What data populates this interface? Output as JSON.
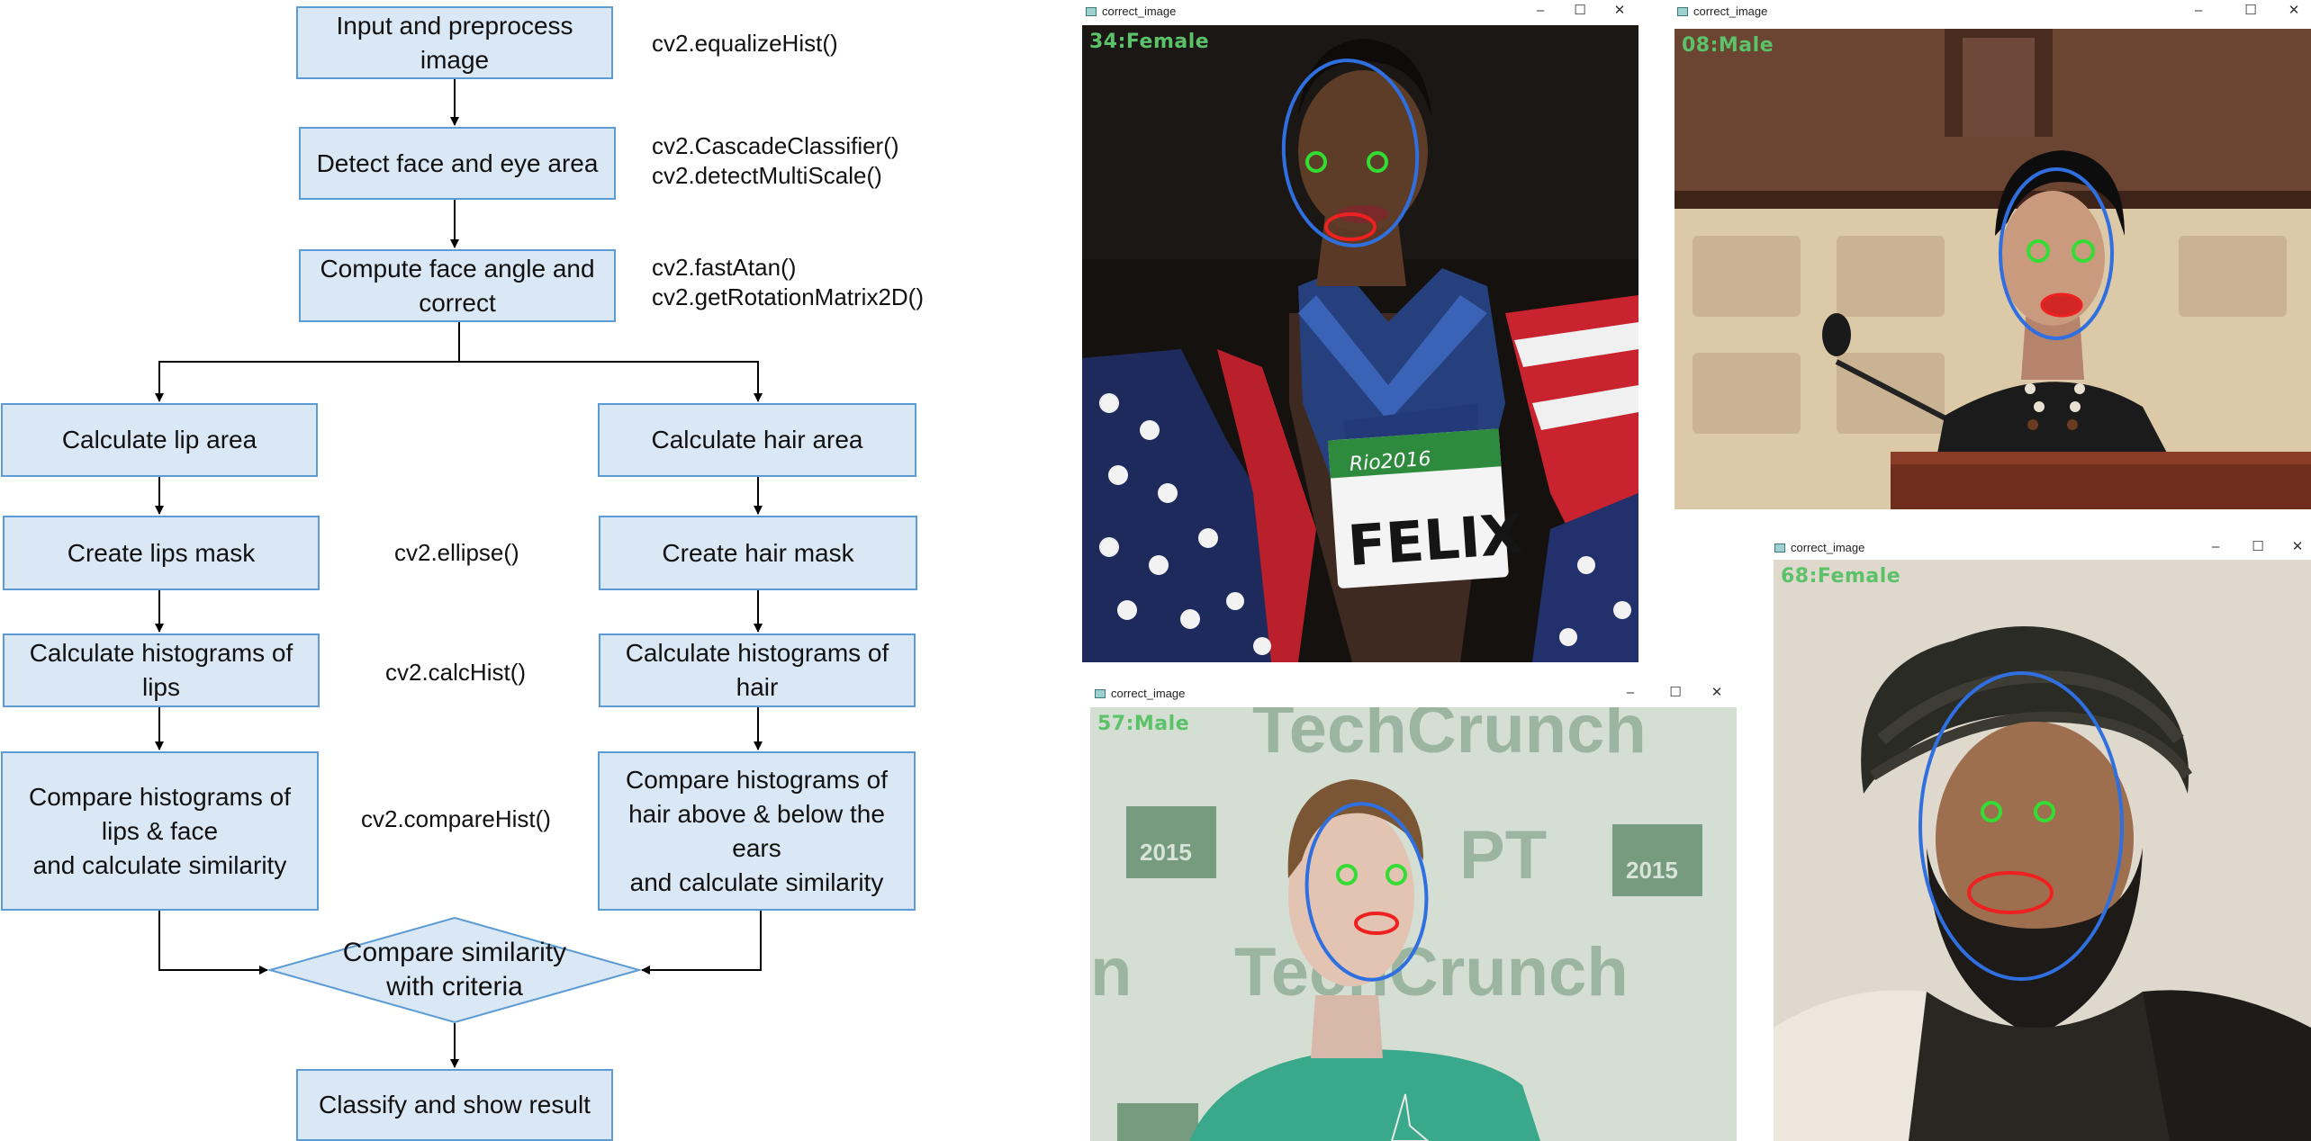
{
  "flowchart": {
    "steps": {
      "input": "Input and preprocess\nimage",
      "detect": "Detect face and eye area",
      "angle": "Compute face angle and\ncorrect",
      "lip_area": "Calculate lip area",
      "hair_area": "Calculate hair area",
      "lips_mask": "Create lips mask",
      "hair_mask": "Create hair mask",
      "hist_lips": "Calculate histograms of\nlips",
      "hist_hair": "Calculate histograms of\nhair",
      "cmp_lips": "Compare histograms of\nlips & face\nand calculate similarity",
      "cmp_hair": "Compare histograms of\nhair above & below the\nears\nand calculate similarity",
      "criteria": "Compare similarity\nwith criteria",
      "classify": "Classify and show result"
    },
    "functions": {
      "equalize": "cv2.equalizeHist()",
      "cascade": "cv2.CascadeClassifier()\ncv2.detectMultiScale()",
      "atan": "cv2.fastAtan()\ncv2.getRotationMatrix2D()",
      "ellipse": "cv2.ellipse()",
      "calchist": "cv2.calcHist()",
      "comparehist": "cv2.compareHist()"
    }
  },
  "windows": [
    {
      "title": "correct_image",
      "label": "34:Female",
      "controls": [
        "–",
        "☐",
        "✕"
      ]
    },
    {
      "title": "correct_image",
      "label": "08:Male",
      "controls": [
        "–",
        "☐",
        "✕"
      ]
    },
    {
      "title": "correct_image",
      "label": "57:Male",
      "controls": [
        "–",
        "☐",
        "✕"
      ]
    },
    {
      "title": "correct_image",
      "label": "68:Female",
      "controls": [
        "–",
        "☐",
        "✕"
      ]
    }
  ],
  "colors": {
    "box_fill": "#dae8f6",
    "box_border": "#5d9bd5",
    "face_ellipse": "#2f6fe0",
    "eye_circle": "#33dd33",
    "lip_ellipse": "#ee2020",
    "label_text": "#5cc26a"
  },
  "photo_captions": {
    "w1_bib": "FELIX",
    "w1_logo": "Rio2016",
    "w3_backdrop_top": "TechCrunch",
    "w3_backdrop_mid": "TechCrunch",
    "w3_side_a": "PT",
    "w3_side_b": "2015",
    "w3_side_c": "2015"
  }
}
